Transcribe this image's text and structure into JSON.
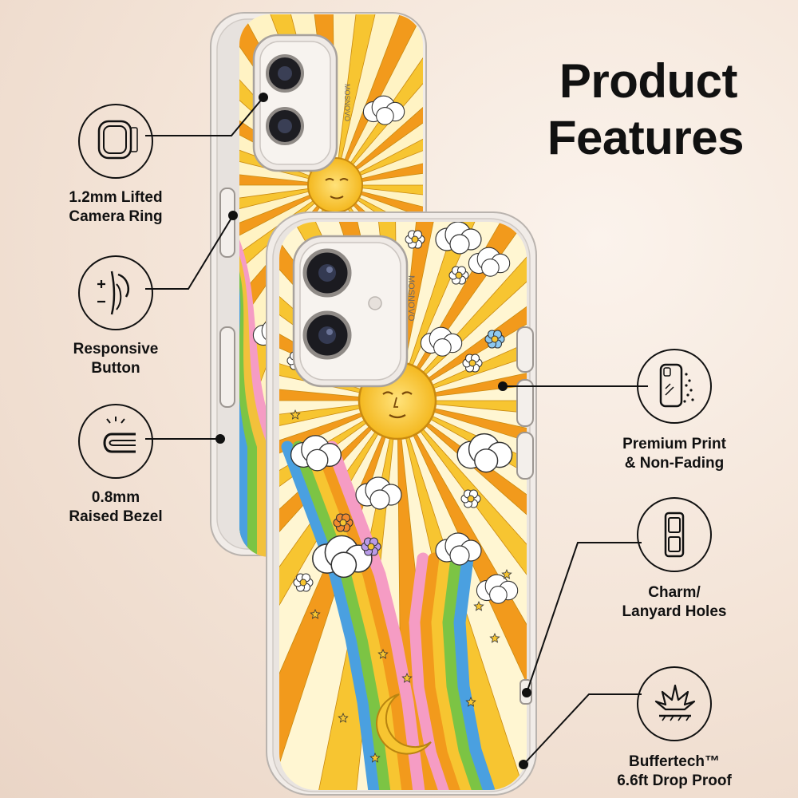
{
  "header": {
    "title_line1": "Product",
    "title_line2": "Features"
  },
  "case_branding": {
    "brand_text": "MOSNOVO"
  },
  "features": {
    "camera_ring": {
      "line1": "1.2mm Lifted",
      "line2": "Camera Ring",
      "icon": "camera-ring-icon"
    },
    "responsive_button": {
      "line1": "Responsive",
      "line2": "Button",
      "icon": "button-press-icon"
    },
    "raised_bezel": {
      "line1": "0.8mm",
      "line2": "Raised Bezel",
      "icon": "bezel-icon"
    },
    "premium_print": {
      "line1": "Premium Print",
      "line2": "& Non-Fading",
      "icon": "phone-print-icon"
    },
    "charm_holes": {
      "line1": "Charm/",
      "line2": "Lanyard Holes",
      "icon": "lanyard-holes-icon"
    },
    "buffertech": {
      "line1": "Buffertech™",
      "line2": "6.6ft Drop Proof",
      "icon": "impact-icon"
    }
  },
  "colors": {
    "ink": "#111111",
    "sun_yellow": "#f7c531",
    "ray_orange": "#f29a1c",
    "rainbow_pink": "#f59cc4",
    "rainbow_green": "#7cc444",
    "rainbow_blue": "#4aa0e0",
    "cloud_white": "#ffffff",
    "lavender": "#b99be8"
  }
}
